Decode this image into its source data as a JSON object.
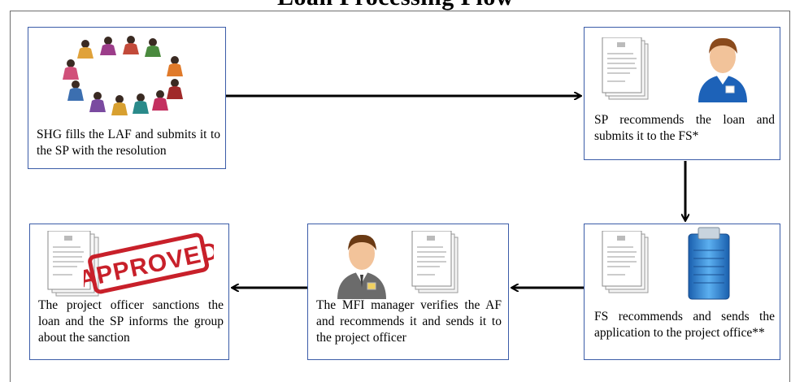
{
  "title": "Loan Processing Flow",
  "steps": [
    {
      "caption": "SHG fills the LAF and submits it to the SP with the resolution"
    },
    {
      "caption": "SP recommends the loan and submits it to the FS*"
    },
    {
      "caption": "FS recommends and sends the application to the project office**"
    },
    {
      "caption": "The MFI manager verifies the AF and recommends it and sends it to the project officer"
    },
    {
      "caption": "The project officer sanctions the loan and the SP informs the group about the sanction"
    }
  ],
  "stamp_text": "APPROVED",
  "colors": {
    "box_border": "#3b5ca8",
    "stamp": "#c8202a",
    "server": "#2f7fd0",
    "person_shirt_blue": "#1d62b8",
    "person_shirt_gray": "#6b6b6b"
  },
  "icons": [
    "group-of-women-icon",
    "document-stack-icon",
    "person-icon",
    "server-icon",
    "approved-stamp-icon"
  ]
}
